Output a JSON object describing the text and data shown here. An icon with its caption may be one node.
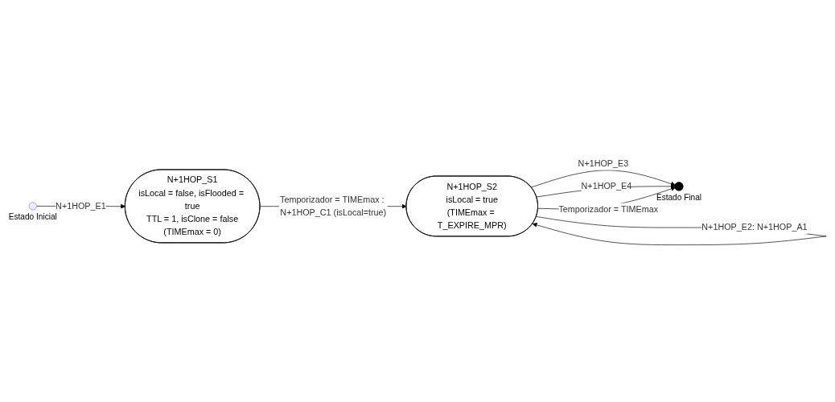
{
  "diagram": {
    "nodes": [
      {
        "text": [],
        "shape": "circle",
        "beside": [
          "Estado Inicial"
        ]
      },
      {
        "text": [
          "N+1HOP_S1",
          "isLocal = false, isFlooded = true",
          "TTL = 1, isClone = false",
          "(TIMEmax = 0)"
        ]
      },
      {
        "text": [
          "N+1HOP_S2",
          "isLocal = true",
          "(TIMEmax = T_EXPIRE_MPR)"
        ]
      },
      {
        "text": [],
        "shape": "circle",
        "beside": [
          "Estado Final"
        ]
      }
    ],
    "edges": [
      {
        "from": 0,
        "to": 1,
        "arrow": "to",
        "label": "N+1HOP_E1"
      },
      {
        "from": 1,
        "to": 2,
        "arrow": "to",
        "label": "Temporizador = TIMEmax : N+1HOP_C1 (isLocal=true)"
      },
      {
        "from": 2,
        "to": 3,
        "arrow": "to",
        "label": "N+1HOP_E3"
      },
      {
        "from": 2,
        "to": 3,
        "arrow": "to",
        "label": "N+1HOP_E4"
      },
      {
        "from": 2,
        "to": 3,
        "arrow": "to",
        "label": "Temporizador = TIMEmax"
      },
      {
        "from": 2,
        "to": 2,
        "arrow": "to",
        "label": "N+1HOP_E2: N+1HOP_A1"
      }
    ]
  }
}
